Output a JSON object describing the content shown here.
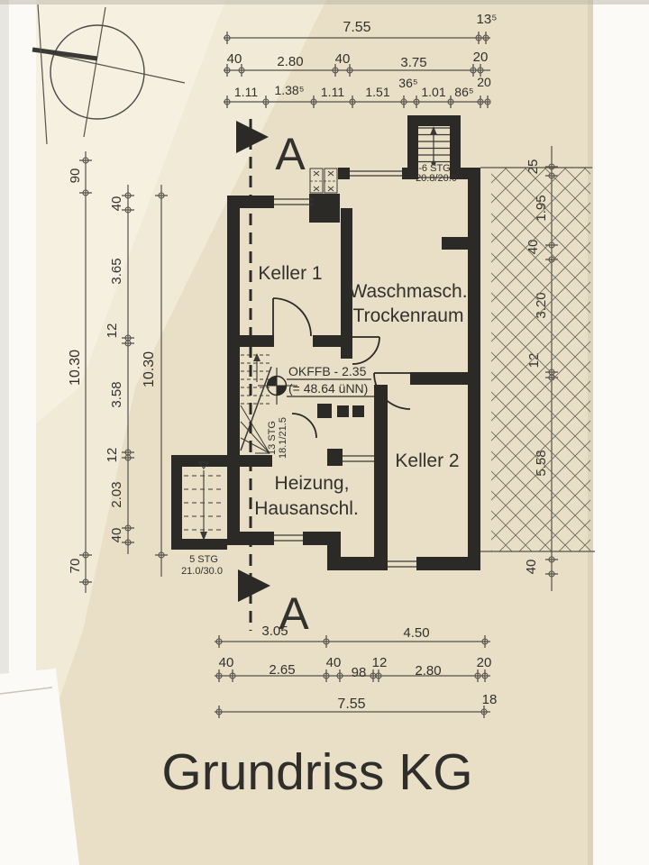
{
  "title": "Grundriss KG",
  "colors": {
    "paper": "#e8dfc6",
    "paper_light": "#f4eede",
    "wall": "#2b2a27",
    "line": "#55524b",
    "text": "#32312d"
  },
  "section_marker": {
    "top": "A",
    "bottom": "A"
  },
  "rooms": {
    "keller1": "Keller 1",
    "waschraum_line1": "Waschmasch.",
    "waschraum_line2": "Trockenraum",
    "keller2": "Keller 2",
    "heizung_line1": "Heizung,",
    "heizung_line2": "Hausanschl."
  },
  "stairs": {
    "top_label": "-6 STG",
    "top_value": "20.8/20.0",
    "interior_label": "13 STG",
    "interior_value": "18.1/21.5",
    "exterior_label": "5 STG",
    "exterior_value": "21.0/30.0"
  },
  "level_mark": {
    "line1": "OKFFB - 2.35",
    "line2": "(= 48.64 üNN)"
  },
  "dimensions": {
    "top_row1": [
      "7.55",
      "13⁵"
    ],
    "top_row2": [
      "40",
      "2.80",
      "40",
      "3.75",
      "20"
    ],
    "top_row3": [
      "1.11",
      "1.38⁵",
      "1.11",
      "1.51",
      "36⁵",
      "1.01",
      "86⁵",
      "20"
    ],
    "left_outer": [
      "90",
      "10.30",
      "70"
    ],
    "left_inner": [
      "40",
      "3.65",
      "12",
      "3.58",
      "12",
      "2.03",
      "40"
    ],
    "left_third": [
      "10.30"
    ],
    "right": [
      "25",
      "1.95",
      "40",
      "3.20",
      "12",
      "5.58",
      "40"
    ],
    "bottom_row1": [
      "3.05",
      "4.50"
    ],
    "bottom_row2": [
      "40",
      "2.65",
      "40",
      "98",
      "12",
      "2.80",
      "20"
    ],
    "bottom_row3": [
      "7.55",
      "18"
    ]
  }
}
